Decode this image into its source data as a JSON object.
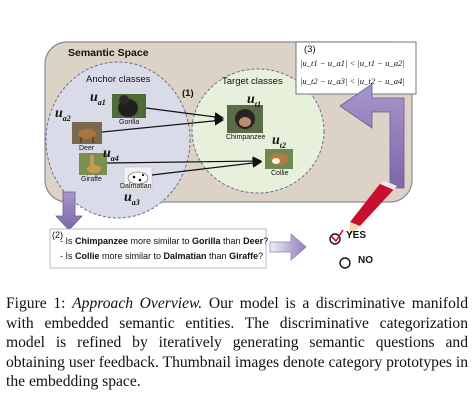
{
  "semantic_space": {
    "title": "Semantic Space",
    "anchor_title": "Anchor classes",
    "target_title": "Target classes",
    "step1_label": "(1)"
  },
  "anchors": [
    {
      "name": "Gorilla",
      "vector": "u",
      "sub": "a1"
    },
    {
      "name": "Deer",
      "vector": "u",
      "sub": "a2"
    },
    {
      "name": "Giraffe",
      "vector": "u",
      "sub": "a4"
    },
    {
      "name": "Dalmatian",
      "vector": "u",
      "sub": "a3"
    }
  ],
  "targets": [
    {
      "name": "Chimpanzee",
      "vector": "u",
      "sub": "t1"
    },
    {
      "name": "Collie",
      "vector": "u",
      "sub": "t2"
    }
  ],
  "constraints": {
    "step_label": "(3)",
    "line1": "|u_t1 − u_a1| < |u_t1 − u_a2|",
    "line2": "|u_t2 − u_a3| < |u_t2 − u_a4|"
  },
  "questions": {
    "step_label": "(2)",
    "q1_prefix": "- Is ",
    "q1_target": "Chimpanzee",
    "q1_mid": " more similar to ",
    "q1_a": "Gorilla",
    "q1_than": " than ",
    "q1_b": "Deer",
    "q1_end": "?",
    "q2_prefix": "- Is ",
    "q2_target": "Collie",
    "q2_mid": " more similar to ",
    "q2_a": "Dalmatian",
    "q2_than": " than ",
    "q2_b": "Giraffe",
    "q2_end": "?"
  },
  "answers": {
    "yes": "YES",
    "no": "NO"
  },
  "caption": {
    "label": "Figure 1:",
    "title": "Approach Overview.",
    "text": "Our model is a discriminative manifold with embedded semantic entities. The discriminative categorization model is refined by iteratively generating semantic questions and obtaining user feedback. Thumbnail images denote category prototypes in the embedding space."
  },
  "colors": {
    "space_fill": "#ddd2c6",
    "anchor_ellipse": "#d9dbe9",
    "target_ellipse": "#e7f0da",
    "arrow_purple": "#8b76b5",
    "pen_red": "#c8102e"
  }
}
